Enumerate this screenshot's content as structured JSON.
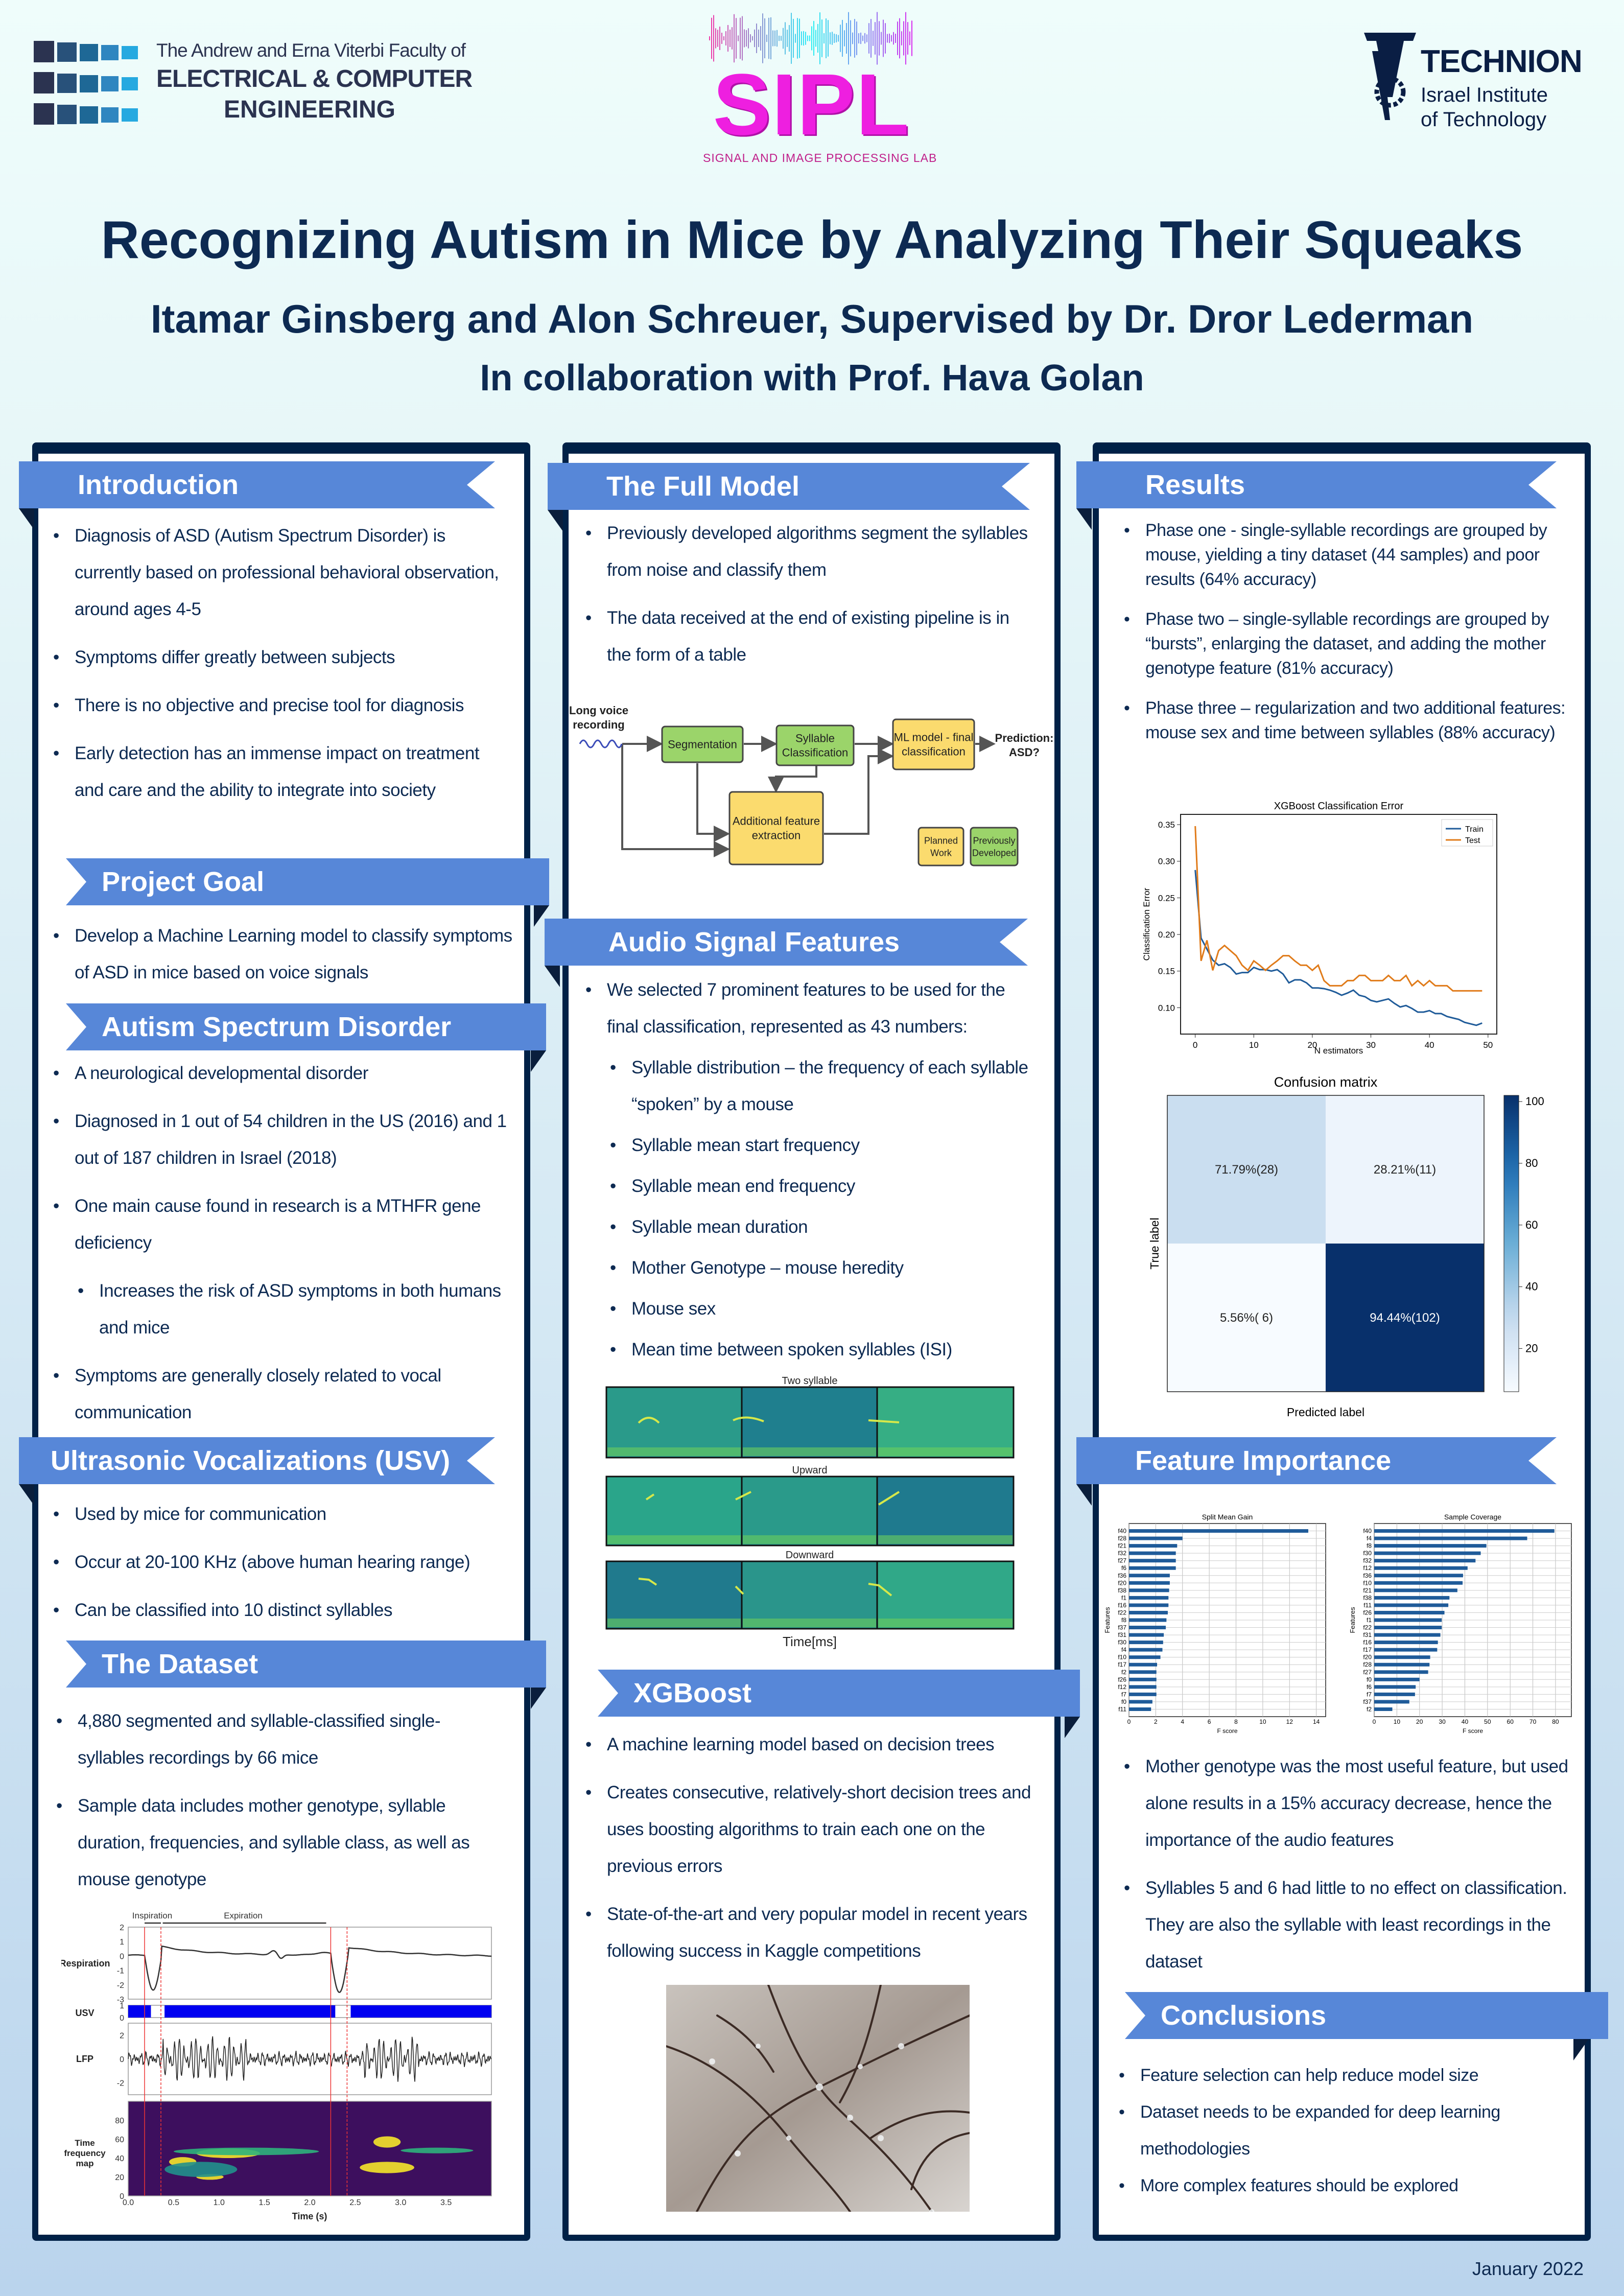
{
  "header": {
    "ece_logo": {
      "line1": "The Andrew and Erna Viterbi Faculty of",
      "line2": "ELECTRICAL & COMPUTER",
      "line3": "ENGINEERING"
    },
    "sipl_logo": {
      "name": "SIPL",
      "subtitle": "SIGNAL AND IMAGE PROCESSING LAB"
    },
    "technion_logo": {
      "name": "TECHNION",
      "line2": "Israel Institute",
      "line3": "of Technology"
    },
    "title": "Recognizing Autism in Mice by Analyzing Their Squeaks",
    "authors": "Itamar Ginsberg and Alon Schreuer, Supervised by Dr. Dror Lederman",
    "collaboration": "In collaboration with Prof. Hava Golan"
  },
  "colors": {
    "ribbon": "#5787d8",
    "panel_border": "#002147",
    "text": "#0d2a52",
    "train": "#1f5b99",
    "test": "#e07b1a",
    "bar": "#1f5b99"
  },
  "sections": {
    "introduction": {
      "title": "Introduction",
      "items": [
        {
          "text": "Diagnosis of ASD (Autism Spectrum Disorder) is currently based on professional behavioral observation, around ages 4-5"
        },
        {
          "text": "Symptoms differ greatly between subjects"
        },
        {
          "text": "There is no objective and precise tool for diagnosis"
        },
        {
          "text": "Early detection has an immense impact on treatment and care and the ability to integrate into society"
        }
      ]
    },
    "project_goal": {
      "title": "Project Goal",
      "items": [
        {
          "text": "Develop a Machine Learning model to classify symptoms of ASD in mice based on voice signals"
        }
      ]
    },
    "asd": {
      "title": "Autism Spectrum Disorder",
      "items": [
        {
          "text": "A neurological developmental disorder"
        },
        {
          "text": "Diagnosed in 1 out of 54 children in the US (2016) and 1 out of 187 children in Israel (2018)"
        },
        {
          "text": "One main cause found in research is a MTHFR gene deficiency"
        },
        {
          "text": "Increases the risk of ASD symptoms in both humans and mice",
          "sub": true
        },
        {
          "text": "Symptoms are generally closely related to vocal communication"
        }
      ]
    },
    "usv": {
      "title": "Ultrasonic Vocalizations (USV)",
      "items": [
        {
          "text": "Used by mice for communication"
        },
        {
          "text": "Occur at 20-100 KHz (above human hearing range)"
        },
        {
          "text": "Can be classified into 10 distinct syllables"
        }
      ]
    },
    "dataset": {
      "title": "The Dataset",
      "items": [
        {
          "text": "4,880 segmented and syllable-classified single-syllables recordings by 66 mice"
        },
        {
          "text": "Sample data includes mother genotype, syllable duration, frequencies, and syllable class, as well as mouse genotype"
        }
      ]
    },
    "full_model": {
      "title": "The Full Model",
      "items": [
        {
          "text": "Previously developed algorithms segment the syllables from noise and classify them"
        },
        {
          "text": "The data received at the end of existing pipeline is in the form of a table"
        }
      ]
    },
    "audio_features": {
      "title": "Audio Signal Features",
      "items": [
        {
          "text": "We selected 7 prominent features to be used for the final classification, represented as 43 numbers:"
        },
        {
          "text": "Syllable distribution – the frequency of each syllable “spoken” by a mouse",
          "sub": true
        },
        {
          "text": "Syllable mean start frequency",
          "sub": true
        },
        {
          "text": "Syllable mean end frequency",
          "sub": true
        },
        {
          "text": "Syllable mean duration",
          "sub": true
        },
        {
          "text": "Mother Genotype – mouse heredity",
          "sub": true
        },
        {
          "text": "Mouse sex",
          "sub": true
        },
        {
          "text": "Mean time between spoken syllables (ISI)",
          "sub": true
        }
      ]
    },
    "xgboost": {
      "title": "XGBoost",
      "items": [
        {
          "text": "A machine learning model based on decision trees"
        },
        {
          "text": "Creates consecutive, relatively-short decision trees and uses boosting algorithms to train each one on the previous errors"
        },
        {
          "text": "State-of-the-art and very popular model in recent years following success in Kaggle competitions"
        }
      ]
    },
    "results": {
      "title": "Results",
      "items": [
        {
          "text": "Phase one - single-syllable recordings are grouped by mouse, yielding a tiny dataset (44 samples) and poor results (64% accuracy)"
        },
        {
          "text": "Phase two – single-syllable recordings are grouped by “bursts”, enlarging the dataset, and adding the mother genotype feature (81% accuracy)"
        },
        {
          "text": "Phase three – regularization and two additional features: mouse sex and time between syllables (88% accuracy)"
        }
      ]
    },
    "feature_importance": {
      "title": "Feature Importance",
      "items": [
        {
          "text": "Mother genotype was the most useful feature, but used alone results in a 15% accuracy decrease, hence the importance of the audio features"
        },
        {
          "text": "Syllables 5 and 6 had little to no effect on classification. They are also the syllable with least recordings in the dataset"
        }
      ]
    },
    "conclusions": {
      "title": "Conclusions",
      "items": [
        {
          "text": "Feature selection can help reduce model size"
        },
        {
          "text": "Dataset needs to be expanded for deep learning methodologies"
        },
        {
          "text": "More complex features should be explored"
        }
      ]
    }
  },
  "figures": {
    "pipeline": {
      "input": [
        "Long voice",
        "recording"
      ],
      "segmentation": [
        "Segmentation"
      ],
      "syllable": [
        "Syllable",
        "Classification"
      ],
      "ml": [
        "ML model - final",
        "classification"
      ],
      "prediction": [
        "Prediction:",
        "ASD?"
      ],
      "additional": [
        "Additional feature",
        "extraction"
      ],
      "legend_planned": [
        "Planned",
        "Work"
      ],
      "legend_previous": [
        "Previously",
        "Developed"
      ]
    },
    "respiration": {
      "inspiration": "Inspiration",
      "expiration": "Expiration",
      "rows": [
        "Respiration",
        "USV",
        "LFP"
      ],
      "tf_label": [
        "Time",
        "frequency",
        "map"
      ],
      "x_label": "Time (s)",
      "x_ticks": [
        "0.0",
        "0.5",
        "1.0",
        "1.5",
        "2.0",
        "2.5",
        "3.0",
        "3.5"
      ],
      "resp_ticks": [
        "2",
        "1",
        "0",
        "-1",
        "-2",
        "-3"
      ],
      "usv_ticks": [
        "1",
        "0"
      ],
      "lfp_ticks": [
        "2",
        "0",
        "-2"
      ],
      "tf_ticks": [
        "80",
        "60",
        "40",
        "20",
        "0"
      ]
    },
    "spectrograms": {
      "rows": [
        "Two syllable",
        "Upward",
        "Downward"
      ],
      "x_label": "Time[ms]"
    }
  },
  "chart_data": [
    {
      "type": "line",
      "title": "XGBoost Classification Error",
      "xlabel": "N estimators",
      "ylabel": "Classification Error",
      "xlim": [
        -2.5,
        51.5
      ],
      "ylim": [
        0.064,
        0.364
      ],
      "xticks": [
        0,
        10,
        20,
        30,
        40,
        50
      ],
      "yticks": [
        0.1,
        0.15,
        0.2,
        0.25,
        0.3,
        0.35
      ],
      "legend": "top-right",
      "series": [
        {
          "name": "Train",
          "values": [
            0.288,
            0.195,
            0.18,
            0.165,
            0.158,
            0.16,
            0.155,
            0.146,
            0.148,
            0.148,
            0.155,
            0.152,
            0.152,
            0.15,
            0.152,
            0.146,
            0.134,
            0.138,
            0.138,
            0.134,
            0.127,
            0.127,
            0.126,
            0.124,
            0.121,
            0.117,
            0.12,
            0.124,
            0.117,
            0.115,
            0.11,
            0.108,
            0.11,
            0.112,
            0.106,
            0.101,
            0.103,
            0.099,
            0.094,
            0.094,
            0.096,
            0.092,
            0.092,
            0.088,
            0.086,
            0.084,
            0.08,
            0.078,
            0.076,
            0.079
          ]
        },
        {
          "name": "Test",
          "values": [
            0.348,
            0.164,
            0.192,
            0.151,
            0.178,
            0.185,
            0.178,
            0.171,
            0.158,
            0.151,
            0.164,
            0.158,
            0.151,
            0.158,
            0.164,
            0.171,
            0.171,
            0.164,
            0.158,
            0.158,
            0.151,
            0.158,
            0.137,
            0.13,
            0.13,
            0.13,
            0.137,
            0.137,
            0.144,
            0.144,
            0.137,
            0.137,
            0.137,
            0.144,
            0.137,
            0.137,
            0.144,
            0.13,
            0.137,
            0.13,
            0.137,
            0.13,
            0.13,
            0.13,
            0.123,
            0.123,
            0.123,
            0.123,
            0.123,
            0.123
          ]
        }
      ]
    },
    {
      "type": "heatmap",
      "title": "Confusion matrix",
      "xlabel": "Predicted label",
      "ylabel": "True label",
      "cells": [
        [
          "71.79%(28)",
          "28.21%(11)"
        ],
        [
          "5.56%( 6)",
          "94.44%(102)"
        ]
      ],
      "counts": [
        [
          28,
          11
        ],
        [
          6,
          102
        ]
      ],
      "colorbar": {
        "min": 6,
        "max": 102,
        "ticks": [
          20,
          40,
          60,
          80,
          100
        ]
      }
    },
    {
      "type": "bar",
      "orientation": "horizontal",
      "title": "Split Mean Gain",
      "xlabel": "F score",
      "ylabel": "Features",
      "xlim": [
        0,
        14.7
      ],
      "xticks": [
        0,
        2,
        4,
        6,
        8,
        10,
        12,
        14
      ],
      "grid": true,
      "categories": [
        "f40",
        "f28",
        "f21",
        "f32",
        "f27",
        "f6",
        "f36",
        "f20",
        "f38",
        "f1",
        "f16",
        "f22",
        "f8",
        "f37",
        "f31",
        "f30",
        "f4",
        "f10",
        "f17",
        "f2",
        "f26",
        "f12",
        "f7",
        "f0",
        "f11"
      ],
      "values": [
        13.4,
        4.0,
        3.6,
        3.5,
        3.5,
        3.5,
        3.05,
        3.05,
        3.0,
        2.95,
        2.95,
        2.9,
        2.8,
        2.75,
        2.6,
        2.55,
        2.5,
        2.35,
        2.1,
        2.05,
        2.05,
        2.05,
        2.05,
        1.75,
        1.65
      ]
    },
    {
      "type": "bar",
      "orientation": "horizontal",
      "title": "Sample Coverage",
      "xlabel": "F score",
      "ylabel": "Features",
      "xlim": [
        0,
        87
      ],
      "xticks": [
        0,
        10,
        20,
        30,
        40,
        50,
        60,
        70,
        80
      ],
      "grid": true,
      "categories": [
        "f40",
        "f4",
        "f8",
        "f30",
        "f32",
        "f12",
        "f36",
        "f10",
        "f21",
        "f38",
        "f11",
        "f26",
        "f1",
        "f22",
        "f31",
        "f16",
        "f17",
        "f20",
        "f28",
        "f27",
        "f0",
        "f6",
        "f7",
        "f37",
        "f2"
      ],
      "values": [
        79.5,
        67.5,
        49.5,
        47,
        44.7,
        41.2,
        39.2,
        39,
        36.7,
        33.2,
        32.7,
        31,
        29.8,
        29.8,
        29.2,
        28.1,
        27.8,
        24.7,
        24.4,
        23.8,
        20,
        18.3,
        18,
        15.5,
        8
      ]
    }
  ],
  "footer": {
    "date": "January 2022"
  }
}
